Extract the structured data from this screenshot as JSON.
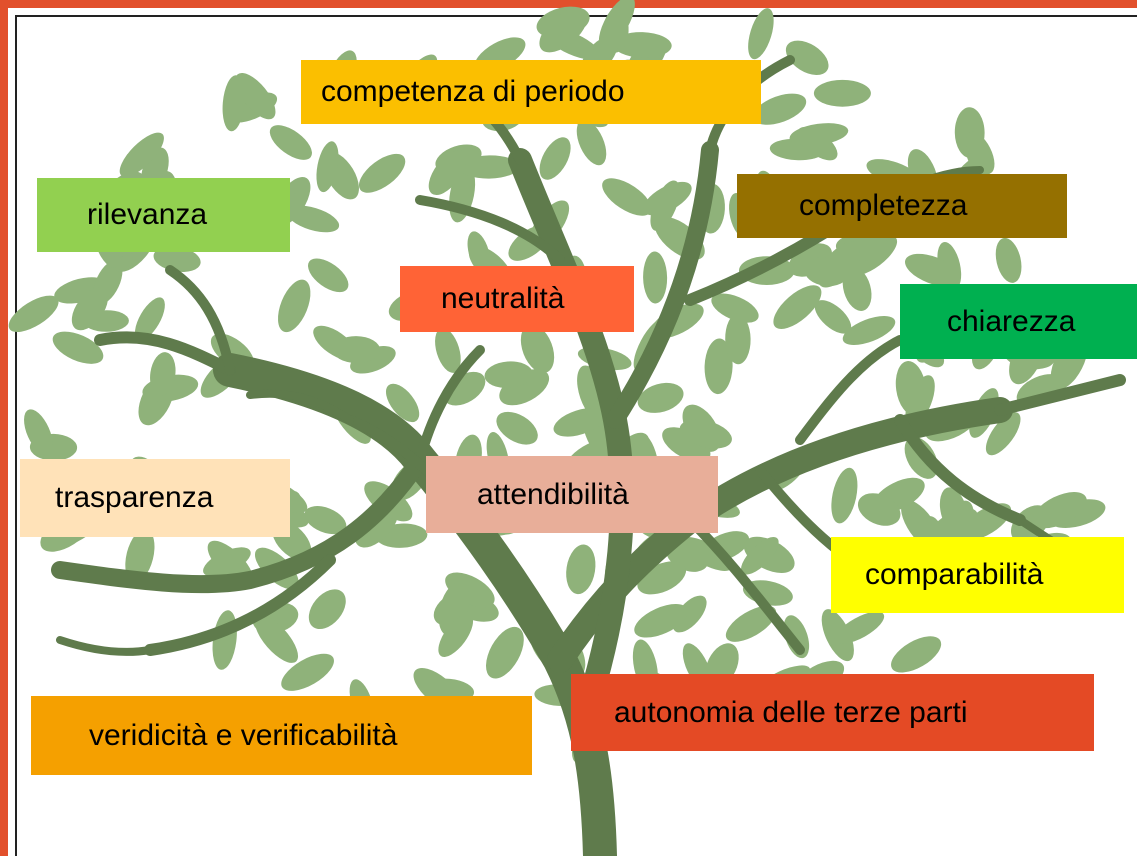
{
  "colors": {
    "frame": "#e2502c",
    "trunk": "#5f7b4c",
    "leaf": "#8fb27a"
  },
  "illustration": {
    "name": "tree-icon"
  },
  "labels": {
    "competenza": {
      "text": "competenza di periodo",
      "color": "#fbbf00"
    },
    "rilevanza": {
      "text": "rilevanza",
      "color": "#92d050"
    },
    "completezza": {
      "text": "completezza",
      "color": "#957000"
    },
    "neutralita": {
      "text": "neutralità",
      "color": "#ff6336"
    },
    "chiarezza": {
      "text": "chiarezza",
      "color": "#00b050"
    },
    "trasparenza": {
      "text": "trasparenza",
      "color": "#ffe2b8"
    },
    "attendibilita": {
      "text": "attendibilità",
      "color": "#e8ae99"
    },
    "comparabilita": {
      "text": "comparabilità",
      "color": "#ffff00"
    },
    "veridicita": {
      "text": "veridicità e verificabilità",
      "color": "#f5a000"
    },
    "autonomia": {
      "text": "autonomia delle terze parti",
      "color": "#e44a25"
    }
  }
}
